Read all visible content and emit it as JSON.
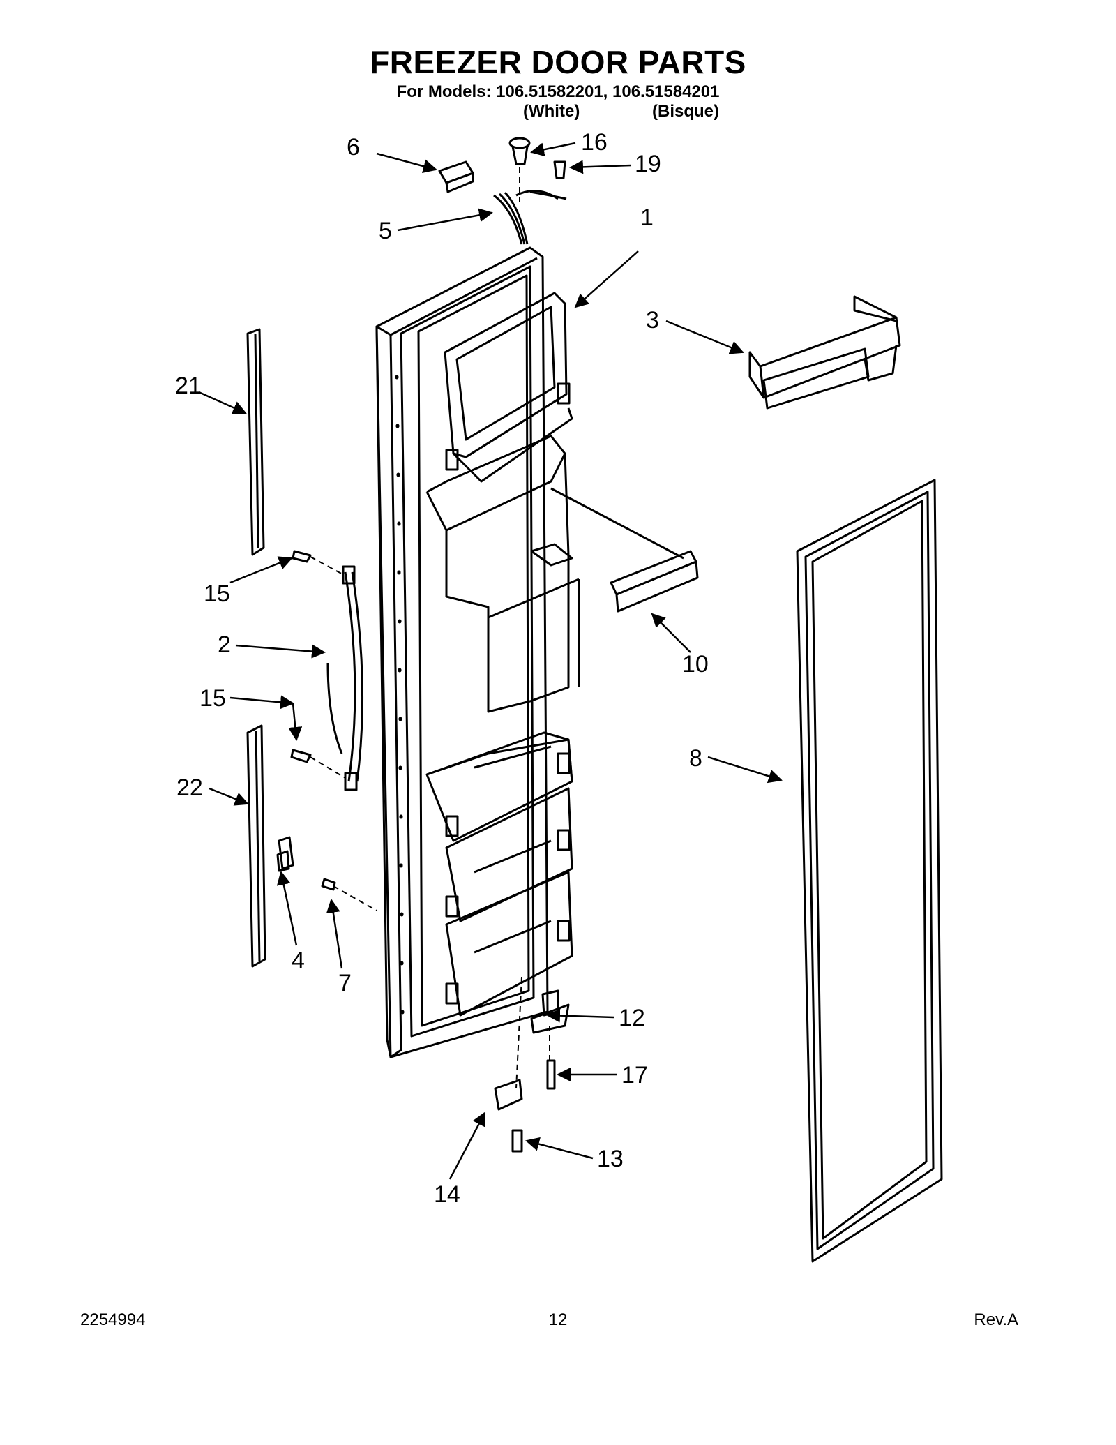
{
  "header": {
    "title": "FREEZER DOOR PARTS",
    "models_line": "For Models: 106.51582201, 106.51584201",
    "variant_white": "(White)",
    "variant_bisque": "(Bisque)"
  },
  "callouts": {
    "c1": "1",
    "c2": "2",
    "c3": "3",
    "c4": "4",
    "c5": "5",
    "c6": "6",
    "c7": "7",
    "c8": "8",
    "c10": "10",
    "c12": "12",
    "c13": "13",
    "c14": "14",
    "c15a": "15",
    "c15b": "15",
    "c16": "16",
    "c17": "17",
    "c19": "19",
    "c21": "21",
    "c22": "22"
  },
  "footer": {
    "doc_number": "2254994",
    "page_number": "12",
    "revision": "Rev.A"
  }
}
